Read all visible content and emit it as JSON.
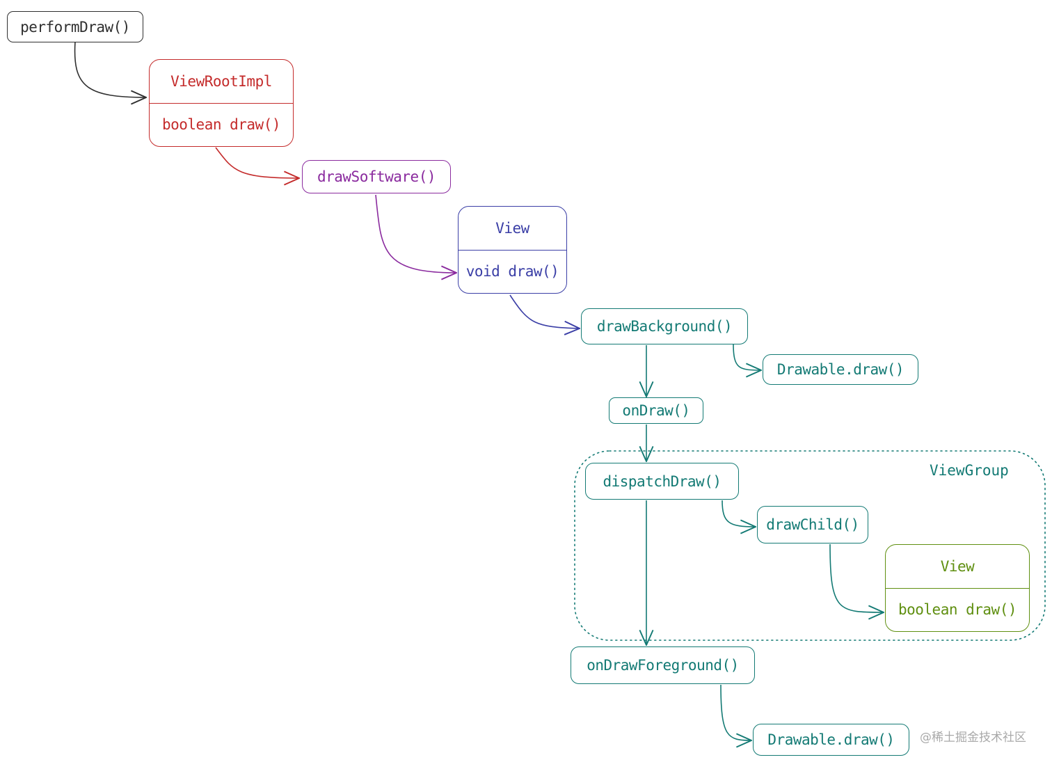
{
  "colors": {
    "black": "#2f2f2f",
    "red": "#c42b2b",
    "purple": "#8a2a9e",
    "blue": "#3a3ea6",
    "teal": "#137a74",
    "green": "#5f8f10"
  },
  "nodes": {
    "perform_draw": "performDraw()",
    "view_root_impl": {
      "header": "ViewRootImpl",
      "method": "boolean draw()"
    },
    "draw_software": "drawSoftware()",
    "view": {
      "header": "View",
      "method": "void draw()"
    },
    "draw_background": "drawBackground()",
    "drawable_draw_1": "Drawable.draw()",
    "on_draw": "onDraw()",
    "dispatch_draw": "dispatchDraw()",
    "draw_child": "drawChild()",
    "child_view": {
      "header": "View",
      "method": "boolean draw()"
    },
    "on_draw_foreground": "onDrawForeground()",
    "drawable_draw_2": "Drawable.draw()"
  },
  "group": {
    "label": "ViewGroup"
  },
  "watermark": "@稀土掘金技术社区"
}
